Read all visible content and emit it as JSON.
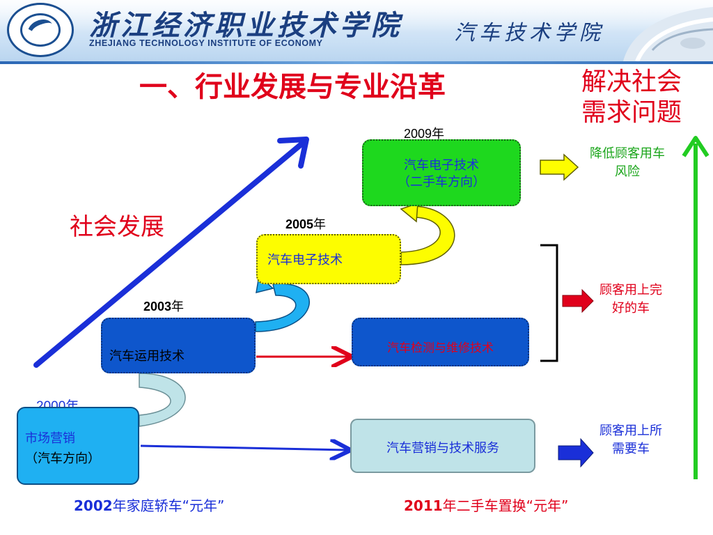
{
  "header": {
    "school_name": "浙江经济职业技术学院",
    "school_name_en": "ZHEJIANG TECHNOLOGY INSTITUTE OF ECONOMY",
    "department": "汽车技术学院"
  },
  "page_title": "一、行业发展与专业沿革",
  "right_title": "解决社会需求问题",
  "social_label": "社会发展",
  "years": {
    "y2009": "2009年",
    "y2005_num": "2005",
    "y2005_suffix": "年",
    "y2003_num": "2003",
    "y2003_suffix": "年",
    "y2000": "2000年"
  },
  "boxes": {
    "electronic_used_line1": "汽车电子技术",
    "electronic_used_line2": "（二手车方向）",
    "electronic": "汽车电子技术",
    "operation": "汽车运用技术",
    "repair": "汽车检测与维修技术",
    "marketing_line1": "市场营销",
    "marketing_line2": "（汽车方向）",
    "sales": "汽车营销与技术服务"
  },
  "notes": {
    "risk": "降低顾客用车风险",
    "intact": "顾客用上完好的车",
    "needs": "顾客用上所需要车"
  },
  "milestones": {
    "m2002_num": "2002",
    "m2002_text": "年家庭轿车“元年”",
    "m2011_num": "2011",
    "m2011_text": "年二手车置换“元年”"
  },
  "colors": {
    "title_red": "#e0001b",
    "blue_text": "#1a2fd8",
    "green_box": "#1ed81e",
    "yellow_box": "#fdfd00",
    "blue_box": "#0e56cc",
    "cyan_box": "#1fb0f2",
    "sales_box": "#bfe3e8",
    "green_arrow": "#22cc22"
  },
  "icons": [
    "school-logo-icon",
    "car-illustration-icon"
  ]
}
